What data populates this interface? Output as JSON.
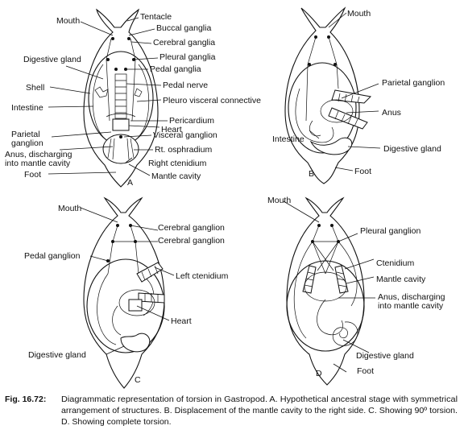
{
  "panels": {
    "A": {
      "letter": "A",
      "labels": {
        "mouth": "Mouth",
        "tentacle": "Tentacle",
        "buccal": "Buccal ganglia",
        "cerebral": "Cerebral ganglia",
        "pleural": "Pleural ganglia",
        "pedal": "Pedal ganglia",
        "digestive": "Digestive gland",
        "shell": "Shell",
        "pedal_nerve": "Pedal nerve",
        "intestine": "Intestine",
        "pleuro": "Pleuro visceral connective",
        "pericardium": "Pericardium",
        "heart": "Heart",
        "parietal1": "Parietal",
        "parietal2": "ganglion",
        "visceral": "Visceral ganglion",
        "anus1": "Anus, discharging",
        "anus2": "into mantle cavity",
        "osphradium": "Rt. osphradium",
        "ctenidium": "Right ctenidium",
        "foot": "Foot",
        "mantle": "Mantle cavity"
      }
    },
    "B": {
      "letter": "B",
      "labels": {
        "mouth": "Mouth",
        "parietal": "Parietal ganglion",
        "anus": "Anus",
        "intestine": "Intestine",
        "digestive": "Digestive gland",
        "foot": "Foot"
      }
    },
    "C": {
      "letter": "C",
      "labels": {
        "mouth": "Mouth",
        "cerebral1": "Cerebral ganglion",
        "cerebral2": "Cerebral ganglion",
        "pedal": "Pedal ganglion",
        "left_ctenidium": "Left ctenidium",
        "heart": "Heart",
        "digestive": "Digestive gland"
      }
    },
    "D": {
      "letter": "D",
      "labels": {
        "mouth": "Mouth",
        "pleural": "Pleural ganglion",
        "ctenidium": "Ctenidium",
        "mantle": "Mantle cavity",
        "anus1": "Anus, discharging",
        "anus2": "into mantle cavity",
        "digestive": "Digestive gland",
        "foot": "Foot"
      }
    }
  },
  "caption": {
    "prefix": "Fig. 16.72:",
    "line1": "Diagrammatic representation of torsion in Gastropod. A. Hypothetical ancestral stage with symmetrical",
    "line2": "arrangement of structures. B. Displacement of the mantle cavity to the right side. C. Showing 90º torsion.",
    "line3": "D. Showing complete torsion."
  }
}
